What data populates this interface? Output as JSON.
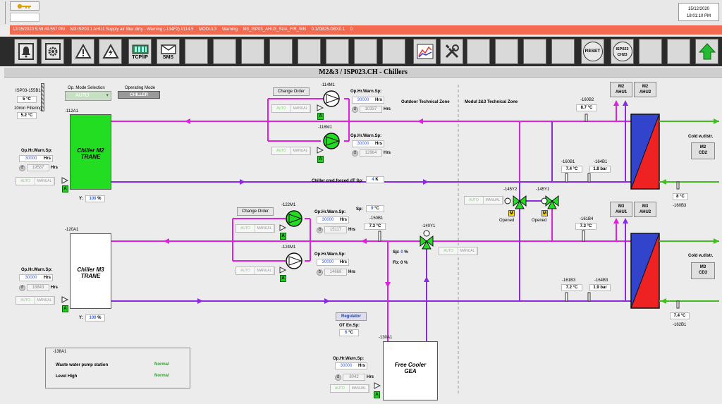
{
  "header": {
    "date": "15/12/2020",
    "time": "18:01:10 PM"
  },
  "alarm_bar": {
    "timestamp": "12/15/2020 5:59:49.557 PM",
    "message": "M3 ISP03.1 AHU1 Supply air filter dirty - Warning (-134F2) //114.5",
    "module": "MODUL3",
    "severity": "Warning",
    "tag": "M3_ISP03_AHU3_SUA_FIR_WN",
    "address": "0.1/DB25.DBX0.1",
    "value": "0",
    "color": "#f26a50"
  },
  "toolbar": {
    "tcp_label": "TCP/IP",
    "sms_label": "SMS",
    "reset_label": "RESET",
    "isp_label_1": "ISP023",
    "isp_label_2": "CH23"
  },
  "page_title": "M2&3 / ISP023.CH - Chillers",
  "sensor_155b1": {
    "tag": "ISP03-155B1",
    "value": "5",
    "unit": "°C",
    "filter_label": "10min Filtering",
    "filtered": "5.2",
    "filtered_unit": "°C"
  },
  "op_mode": {
    "label": "Op. Mode Selection",
    "value": "AUTO",
    "operating_label": "Operating Mode",
    "operating_value": "CHILLER"
  },
  "chiller_m2": {
    "tag": "-112A1",
    "name": "Chiller M2",
    "brand": "TRANE",
    "warn_label": "Op.Hr.Warn.Sp:",
    "warn_sp": "30000",
    "warn_unit": "Hrs",
    "hours": "19587",
    "hours_unit": "Hrs",
    "auto": "AUTO",
    "manual": "MANUAL",
    "a": "A",
    "y_label": "Y:",
    "y_value": "100",
    "y_unit": "%"
  },
  "chiller_m3": {
    "tag": "-120A1",
    "name": "Chiller M3",
    "brand": "TRANE",
    "warn_label": "Op.Hr.Warn.Sp:",
    "warn_sp": "30000",
    "warn_unit": "Hrs",
    "hours": "18843",
    "hours_unit": "Hrs",
    "auto": "AUTO",
    "manual": "MANUAL",
    "a": "A",
    "y_label": "Y:",
    "y_value": "100",
    "y_unit": "%"
  },
  "pumps_top": {
    "change_order": "Change Order",
    "p1": {
      "tag": "-114M1",
      "warn_label": "Op.Hr.Warn.Sp:",
      "warn_sp": "30000",
      "warn_unit": "Hrs",
      "hours": "10337",
      "hours_unit": "Hrs"
    },
    "p2": {
      "tag": "-116M1",
      "warn_label": "Op.Hr.Warn.Sp:",
      "warn_sp": "30000",
      "warn_unit": "Hrs",
      "hours": "12964",
      "hours_unit": "Hrs"
    }
  },
  "pumps_bottom": {
    "change_order": "Change Order",
    "p1": {
      "tag": "-122M1",
      "warn_label": "Op.Hr.Warn.Sp:",
      "warn_sp": "30000",
      "warn_unit": "Hrs",
      "hours": "15117",
      "hours_unit": "Hrs"
    },
    "p2": {
      "tag": "-124M1",
      "warn_label": "Op.Hr.Warn.Sp:",
      "warn_sp": "30000",
      "warn_unit": "Hrs",
      "hours": "14668",
      "hours_unit": "Hrs"
    }
  },
  "common": {
    "auto": "AUTO",
    "manual": "MANUAL",
    "a": "A",
    "m": "M"
  },
  "zones": {
    "outdoor": "Outdoor Technical Zone",
    "modul": "Modul 2&3 Technical Zone"
  },
  "ahu_buttons": {
    "m2ahu1_a": "M2",
    "m2ahu1_b": "AHU1",
    "m2ahu2_a": "M2",
    "m2ahu2_b": "AHU2",
    "m3ahu1_a": "M3",
    "m3ahu1_b": "AHU1",
    "m3ahu2_a": "M3",
    "m3ahu2_b": "AHU2"
  },
  "cold_distr": {
    "top_label": "Cold w.distr.",
    "top_btn_a": "M2",
    "top_btn_b": "CD2",
    "bottom_label": "Cold w.distr.",
    "bottom_btn_a": "M3",
    "bottom_btn_b": "CD3"
  },
  "sensors": {
    "s160b2": {
      "tag": "-160B2",
      "value": "8.7",
      "unit": "°C"
    },
    "s160b1": {
      "tag": "-160B1",
      "value": "7.4",
      "unit": "°C"
    },
    "s164b1": {
      "tag": "-164B1",
      "value": "1.8",
      "unit": "bar"
    },
    "s160b3": {
      "tag": "-160B3",
      "value": "8",
      "unit": "°C"
    },
    "s161b4": {
      "tag": "-161B4",
      "value": "7.3",
      "unit": "°C"
    },
    "s161b3": {
      "tag": "-161B3",
      "value": "7.2",
      "unit": "°C"
    },
    "s164b3": {
      "tag": "-164B3",
      "value": "1.9",
      "unit": "bar"
    },
    "s162b1": {
      "tag": "-162B1",
      "value": "7.4",
      "unit": "°C"
    },
    "s150b1": {
      "tag": "-150B1",
      "value": "7.3",
      "unit": "°C"
    }
  },
  "valves": {
    "v145y2": {
      "tag": "-145Y2",
      "state": "Opened"
    },
    "v145y1": {
      "tag": "-145Y1",
      "state": "Opened"
    },
    "v140y1": {
      "tag": "-140Y1"
    }
  },
  "chiller_cmd": {
    "label": "Chiller cmd.forced dT Sp:",
    "dt_value": "4",
    "dt_unit": "K",
    "sp_label": "Sp:",
    "sp_value": "9",
    "sp_unit": "°C"
  },
  "valve_control": {
    "sp_label": "Sp:",
    "sp_value": "0",
    "sp_unit": "%",
    "fb_label": "Fb:",
    "fb_value": "0",
    "fb_unit": "%"
  },
  "regulator": {
    "label": "Regulator",
    "ot_label": "OT En.Sp:",
    "ot_value": "6",
    "ot_unit": "°C"
  },
  "free_cooler": {
    "tag": "-130A1",
    "name": "Free Cooler",
    "brand": "GEA",
    "warn_label": "Op.Hr.Warn.Sp:",
    "warn_sp": "30000",
    "warn_unit": "Hrs",
    "hours": "8042",
    "hours_unit": "Hrs"
  },
  "waste_water": {
    "tag": "-138A1",
    "row1_label": "Waste water pump station",
    "row1_status": "Normal",
    "row2_label": "Level High",
    "row2_status": "Normal"
  },
  "colors": {
    "supply_pipe": "#e020e0",
    "return_pipe": "#8a2be2",
    "chiller_running": "#22dd22",
    "ahu_hot": "#ee2222",
    "ahu_cold": "#3344cc",
    "green_arrow": "#44bb22"
  }
}
